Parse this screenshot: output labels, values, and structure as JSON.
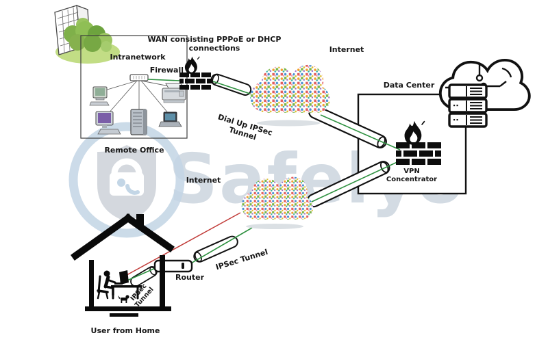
{
  "watermark": {
    "text": "Safelyo"
  },
  "labels": {
    "wan_line1": "WAN consisting PPPoE or DHCP",
    "wan_line2": "connections",
    "internet_top": "Internet",
    "intranetwork": "Intranetwork",
    "firewall": "Firewall",
    "remote_office": "Remote Office",
    "data_center": "Data Center",
    "dial_up_line1": "Dial Up IPSec",
    "dial_up_line2": "Tunnel",
    "internet_mid": "Internet",
    "vpn_line1": "VPN",
    "vpn_line2": "Concentrator",
    "router": "Router",
    "ipsec_tunnel": "IPSec Tunnel",
    "ipsec_house_line1": "IPSec",
    "ipsec_house_line2": "Tunnel",
    "user_from_home": "User from Home"
  },
  "colors": {
    "secure_link": "#2e9140",
    "dialup_link": "#c13b38",
    "outline": "#111111",
    "watermark_text": "#c9d3dd",
    "watermark_ring": "#c3d5e5",
    "watermark_shield": "#cdd2d9"
  },
  "icons": {
    "office_building": "sketched office building with trees",
    "firewall": "brick wall with flame",
    "internet_cloud": "cloud mosaic of tiny app icons",
    "cloud_server": "outlined cloud with circuit nodes and server rack",
    "vpn_concentrator": "brick wall with flame",
    "tunnel_pipe": "open cylinder pipe",
    "router": "small white router bar",
    "house": "black outlined house",
    "home_user": "person at desk with dog"
  }
}
